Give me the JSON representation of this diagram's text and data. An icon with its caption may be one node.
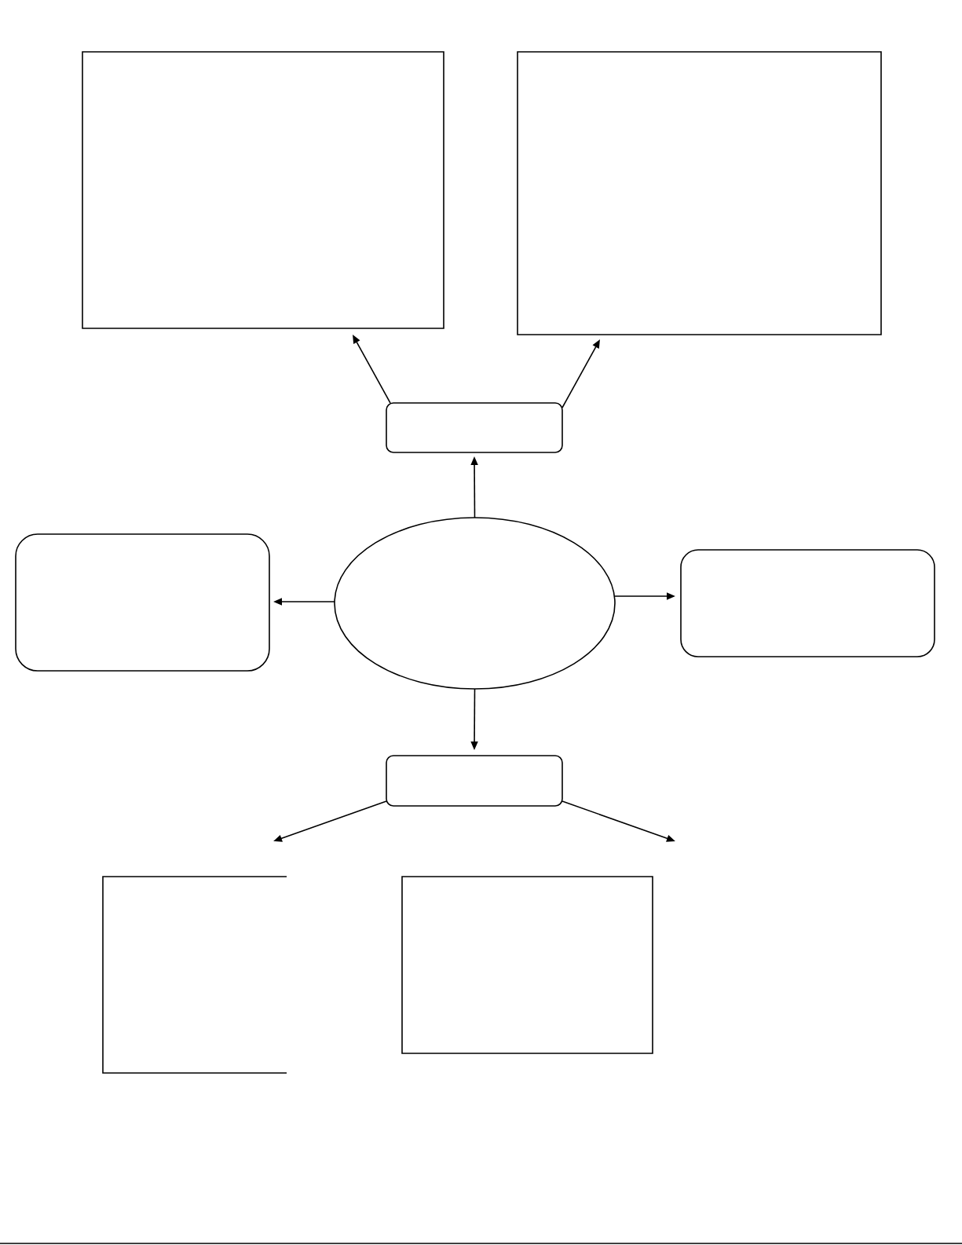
{
  "diagram": {
    "nodes": [
      {
        "text": [],
        "shape": "box"
      },
      {
        "text": [],
        "shape": "box"
      },
      {
        "text": [],
        "shape": "box"
      },
      {
        "text": [],
        "shape": "box"
      },
      {
        "text": [],
        "shape": "ellipse"
      },
      {
        "text": [],
        "shape": "box"
      },
      {
        "text": [],
        "shape": "box"
      },
      {
        "text": [],
        "shape": "box"
      },
      {
        "text": [],
        "shape": "box"
      }
    ],
    "edges": [
      {
        "from": 2,
        "to": 0,
        "arrow": "to"
      },
      {
        "from": 2,
        "to": 1,
        "arrow": "to"
      },
      {
        "from": 4,
        "to": 2,
        "arrow": "to"
      },
      {
        "from": 4,
        "to": 3,
        "arrow": "to"
      },
      {
        "from": 4,
        "to": 5,
        "arrow": "to"
      },
      {
        "from": 4,
        "to": 6,
        "arrow": "to"
      },
      {
        "from": 6,
        "to": 7,
        "arrow": "to"
      },
      {
        "from": 6,
        "to": 8,
        "arrow": "to"
      }
    ]
  }
}
